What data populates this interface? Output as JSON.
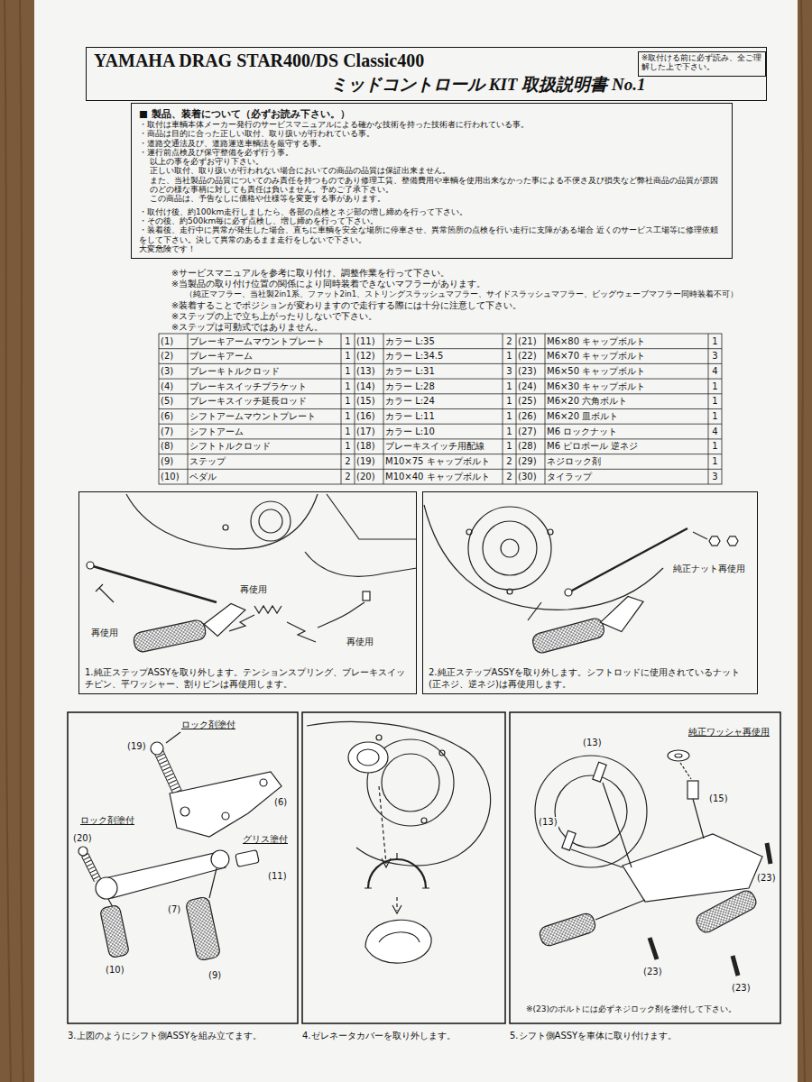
{
  "diagram": {
    "nodes": [
      {
        "text": [
          "YAMAHA DRAG STAR400/DS Classic400",
          "ミッドコントロール KIT 取扱説明書 No.1"
        ]
      },
      {
        "text": [
          "※取付ける前に必ず読み、全ご理解した上で下さい。"
        ],
        "in": 0
      },
      {
        "text": [
          "■ 製品、装着について（必ずお読み下さい。）",
          "・取付は車輌本体メーカー発行のサービスマニュアルによる確かな技術を持った技術者に行われている事。",
          "・商品は目的に合った正しい取付、取り扱いが行われている事。",
          "・道路交通法及び、道路運送車輌法を厳守する事。",
          "・運行前点検及び保守整備を必ず行う事。",
          "以上の事を必ずお守り下さい。",
          "正しい取付、取り扱いが行われない場合においての商品の品質は保証出来ません。",
          "また、当社製品の品質についてのみ責任を持つものであり修理工賃、整備費用や車輌を使用出来なかった事による不便さ及び損失など弊社商品の品質が原因のどの様な事柄に対しても責任は負いません。予めご了承下さい。",
          "この商品は、予告なしに価格や仕様等を変更する事があります。",
          "・取付け後、約100km走行しましたら、各部の点検とネジ部の増し締めを行って下さい。",
          "・その後、約500km毎に必ず点検し、増し締めを行って下さい。",
          "・装着後、走行中に異常が発生した場合、直ちに車輌を安全な場所に停車させ、異常箇所の点検を行い走行に支障がある場合 近くのサービス工場等に修理依頼をして下さい。決して異常のあるまま走行をしないで下さい。",
          "大変危険です！"
        ]
      },
      {
        "text": [
          "1.純正ステップASSYを取り外します。テンションスプリング、ブレーキスイッチピン、平ワッシャー、割りピンは再使用します。"
        ]
      },
      {
        "text": [
          "2.純正ステップASSYを取り外します。シフトロッドに使用されているナット(正ネジ、逆ネジ)は再使用します。"
        ]
      },
      {
        "text": [
          "3.上図のようにシフト側ASSYを組み立てます。"
        ]
      },
      {
        "text": [
          "4.ゼレネータカバーを取り外します。"
        ]
      },
      {
        "text": [
          "5.シフト側ASSYを車体に取り付けます。"
        ]
      }
    ],
    "labels": [
      "※サービスマニュアルを参考に取り付け、調整作業を行って下さい。",
      "※当製品の取り付け位置の関係により同時装着できないマフラーがあります。",
      "（純正マフラー、当社製2in1系、ファット2in1、ストリングスラッシュマフラー、サイドスラッシュマフラー、ビッグウェーブマフラー同時装着不可）",
      "※装着することでポジションが変わりますので走行する際には十分に注意して下さい。",
      "※ステップの上で立ち上がったりしないで下さい。",
      "※ステップは可動式ではありません。",
      "(1)",
      "ブレーキアームマウントプレート",
      "1",
      "(11)",
      "カラー L:35",
      "2",
      "(21)",
      "M6×80 キャップボルト",
      "1",
      "(2)",
      "ブレーキアーム",
      "1",
      "(12)",
      "カラー L:34.5",
      "1",
      "(22)",
      "M6×70 キャップボルト",
      "3",
      "(3)",
      "ブレーキトルクロッド",
      "1",
      "(13)",
      "カラー L:31",
      "3",
      "(23)",
      "M6×50 キャップボルト",
      "4",
      "(4)",
      "ブレーキスイッチブラケット",
      "1",
      "(14)",
      "カラー L:28",
      "1",
      "(24)",
      "M6×30 キャップボルト",
      "1",
      "(5)",
      "ブレーキスイッチ延長ロッド",
      "1",
      "(15)",
      "カラー L:24",
      "1",
      "(25)",
      "M6×20 六角ボルト",
      "1",
      "(6)",
      "シフトアームマウントプレート",
      "1",
      "(16)",
      "カラー L:11",
      "1",
      "(26)",
      "M6×20 皿ボルト",
      "1",
      "(7)",
      "シフトアーム",
      "1",
      "(17)",
      "カラー L:10",
      "1",
      "(27)",
      "M6 ロックナット",
      "4",
      "(8)",
      "シフトトルクロッド",
      "1",
      "(18)",
      "ブレーキスイッチ用配線",
      "1",
      "(28)",
      "M6 ピロボール 逆ネジ",
      "1",
      "(9)",
      "ステップ",
      "2",
      "(19)",
      "M10×75 キャップボルト",
      "2",
      "(29)",
      "ネジロック剤",
      "1",
      "(10)",
      "ペダル",
      "2",
      "(20)",
      "M10×40 キャップボルト",
      "2",
      "(30)",
      "タイラップ",
      "3",
      "再使用",
      "再使用",
      "再使用",
      "純正ナット再使用",
      "ロック剤塗付",
      "(19)",
      "(6)",
      "ロック剤塗付",
      "(20)",
      "グリス塗付",
      "(11)",
      "(7)",
      "(10)",
      "(9)",
      "純正ワッシャ再使用",
      "(13)",
      "(15)",
      "(13)",
      "(23)",
      "(23)",
      "(23)",
      "※(23)のボルトには必ずネジロック剤を塗付して下さい。"
    ]
  }
}
